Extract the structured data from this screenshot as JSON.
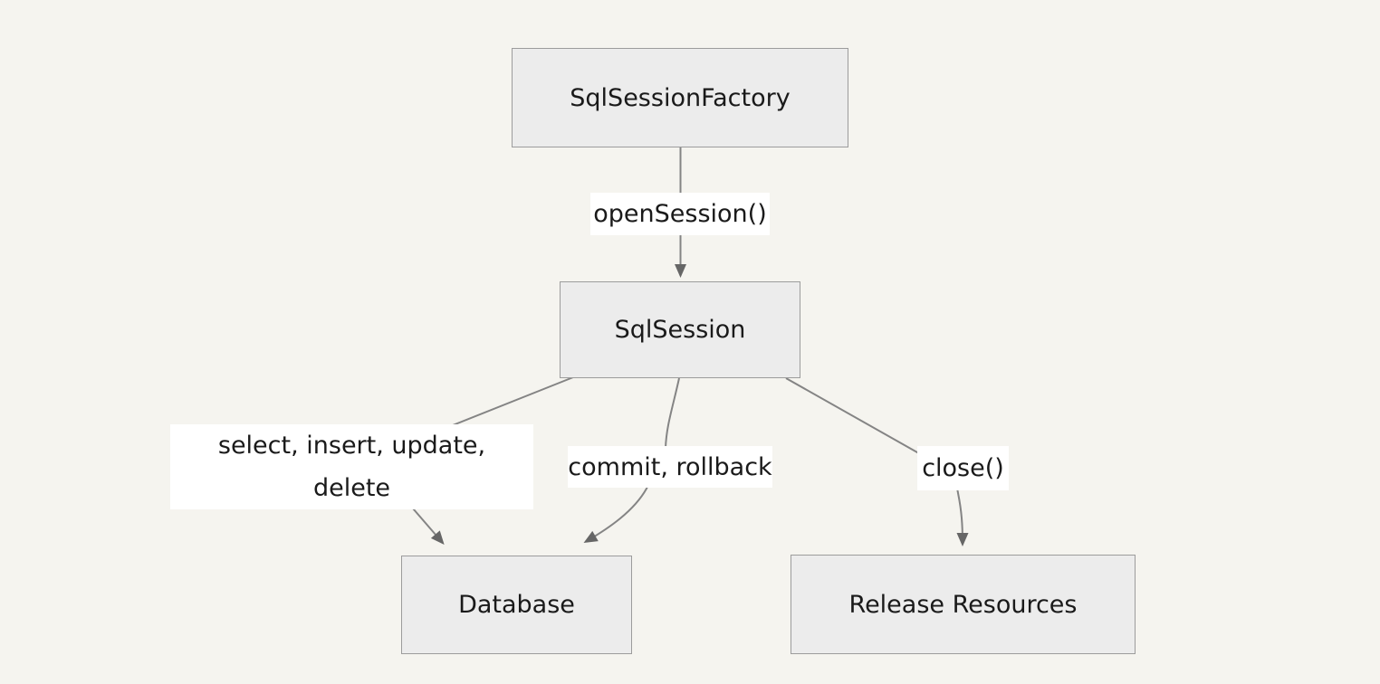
{
  "diagram": {
    "type": "flowchart",
    "colors": {
      "background": "#f5f4ef",
      "node_fill": "#ececec",
      "node_border": "#9c9c9c",
      "edge_line": "#848484",
      "arrowhead": "#666666",
      "edge_label_bg": "#ffffff",
      "text": "#1a1a1a"
    },
    "nodes": [
      {
        "id": "factory",
        "label": "SqlSessionFactory"
      },
      {
        "id": "session",
        "label": "SqlSession"
      },
      {
        "id": "database",
        "label": "Database"
      },
      {
        "id": "release",
        "label": "Release Resources"
      }
    ],
    "edges": [
      {
        "from": "SqlSessionFactory",
        "to": "SqlSession",
        "label": "openSession()"
      },
      {
        "from": "SqlSession",
        "to": "Database",
        "label": "select, insert, update,\ndelete"
      },
      {
        "from": "SqlSession",
        "to": "Database",
        "label": "commit, rollback"
      },
      {
        "from": "SqlSession",
        "to": "Release Resources",
        "label": "close()"
      }
    ]
  }
}
